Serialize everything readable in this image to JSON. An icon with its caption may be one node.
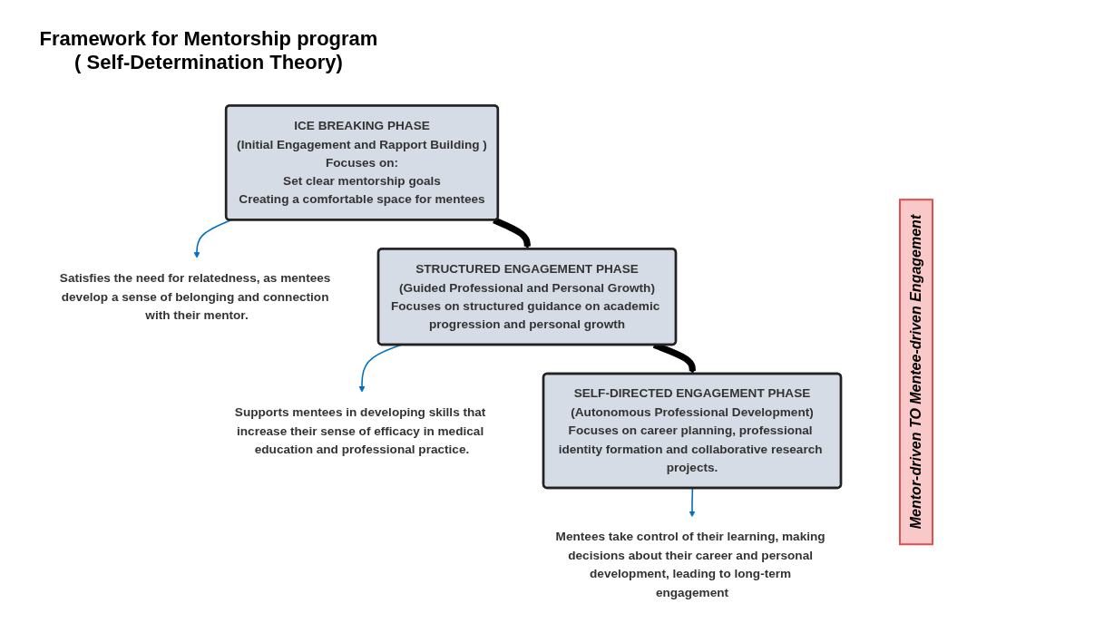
{
  "diagram": {
    "title": "Framework for Mentorship program ( Self-Determination Theory)",
    "nodes": [
      {
        "text": [
          "ICE BREAKING PHASE",
          "(Initial Engagement and Rapport Building )",
          "Focuses on:",
          "Set clear mentorship goals",
          "Creating a comfortable space for mentees"
        ]
      },
      {
        "text": [
          "Satisfies the need for relatedness, as mentees develop a sense of belonging and connection with their mentor."
        ]
      },
      {
        "text": [
          "STRUCTURED ENGAGEMENT PHASE",
          "(Guided Professional and Personal Growth)",
          "Focuses on structured guidance on academic progression and personal growth"
        ]
      },
      {
        "text": [
          "Supports mentees in developing skills that increase their sense of efficacy in medical education and professional practice."
        ]
      },
      {
        "text": [
          "SELF-DIRECTED ENGAGEMENT PHASE",
          "(Autonomous Professional Development)",
          "Focuses on career planning, professional identity formation and collaborative research projects."
        ]
      },
      {
        "text": [
          "Mentees take control of their learning, making decisions about their career and personal development, leading to long-term engagement"
        ]
      }
    ],
    "edges": [
      {
        "from": 0,
        "to": 1,
        "arrow": "to",
        "color": "#0070c0"
      },
      {
        "from": 0,
        "to": 2,
        "arrow": "to",
        "style": "thick",
        "color": "#000000"
      },
      {
        "from": 2,
        "to": 3,
        "arrow": "to",
        "color": "#0070c0"
      },
      {
        "from": 2,
        "to": 4,
        "arrow": "to",
        "style": "thick",
        "color": "#000000"
      },
      {
        "from": 4,
        "to": 5,
        "arrow": "to",
        "color": "#0070c0"
      }
    ],
    "labels": [
      "Mentor-driven TO Mentee-driven Engagement"
    ]
  }
}
